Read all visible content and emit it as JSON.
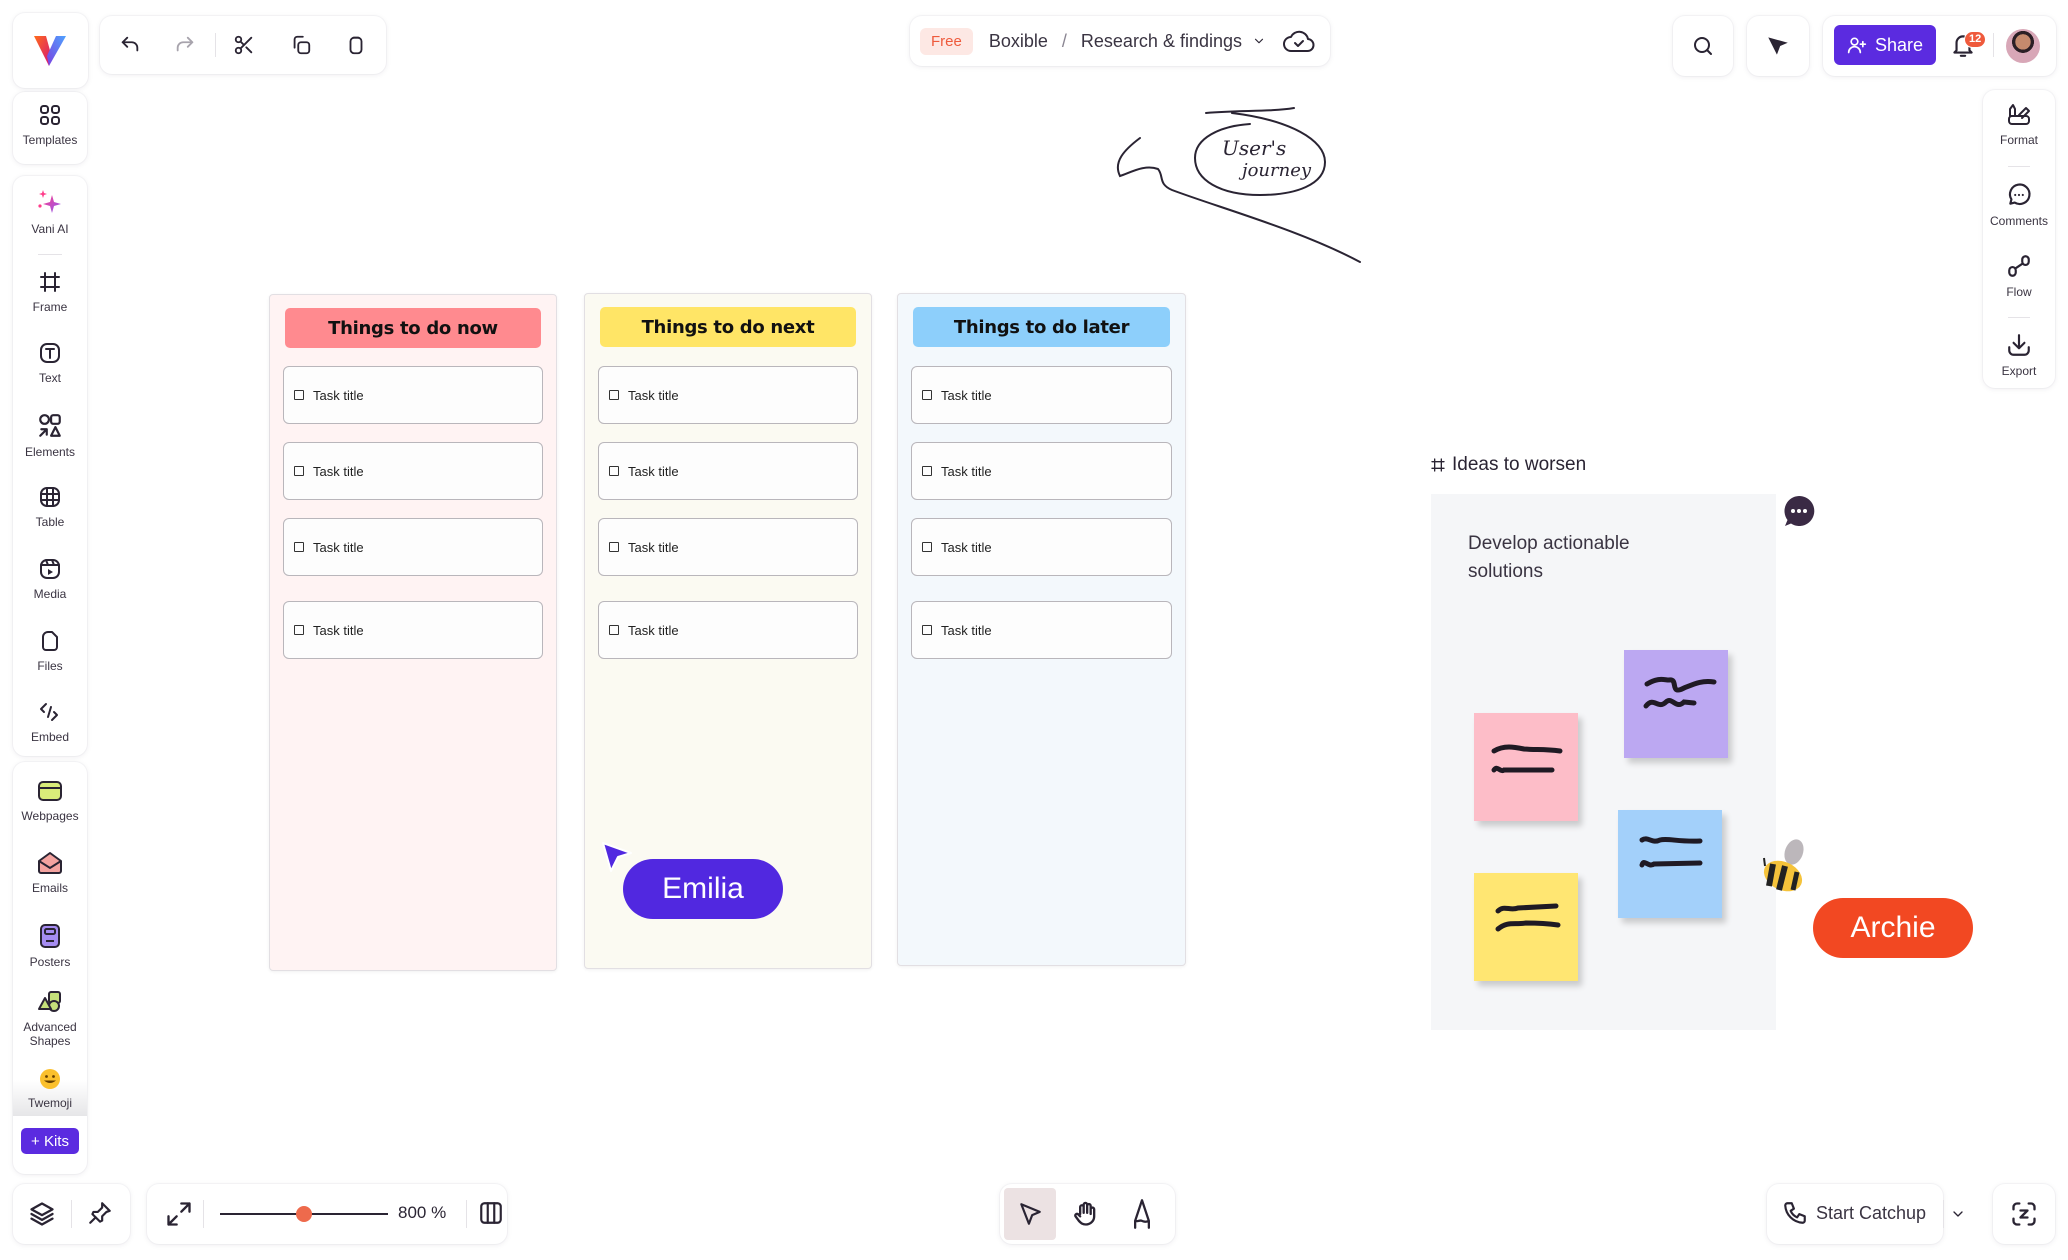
{
  "app": {
    "logo": "vani-logo",
    "brand_colors": {
      "accent": "#5b2be0",
      "danger": "#ef5a3c"
    }
  },
  "toolbar": {
    "undo": "undo-icon",
    "redo": "redo-icon",
    "cut": "scissors-icon",
    "copy": "copy-icon",
    "paste": "clipboard-icon"
  },
  "breadcrumb": {
    "plan_badge": "Free",
    "workspace": "Boxible",
    "separator": "/",
    "board": "Research & findings",
    "sync_status_icon": "cloud-check-icon"
  },
  "header_right": {
    "search_icon": "search-icon",
    "pointer_icon": "cursor-icon",
    "share_label": "Share",
    "notifications_count": "12",
    "avatar": "user-avatar"
  },
  "left_sidebar": {
    "items": [
      {
        "label": "Templates",
        "icon": "templates-grid-icon"
      },
      {
        "label": "Vani AI",
        "icon": "sparkles-icon"
      },
      {
        "label": "Frame",
        "icon": "frame-hash-icon"
      },
      {
        "label": "Text",
        "icon": "text-icon"
      },
      {
        "label": "Elements",
        "icon": "shapes-icon"
      },
      {
        "label": "Table",
        "icon": "table-icon"
      },
      {
        "label": "Media",
        "icon": "media-icon"
      },
      {
        "label": "Files",
        "icon": "file-icon"
      },
      {
        "label": "Embed",
        "icon": "code-icon"
      },
      {
        "label": "Webpages",
        "icon": "webpage-icon"
      },
      {
        "label": "Emails",
        "icon": "email-icon"
      },
      {
        "label": "Posters",
        "icon": "poster-icon"
      },
      {
        "label": "Advanced Shapes",
        "icon": "advanced-shapes-icon"
      },
      {
        "label": "Twemoji",
        "icon": "emoji-icon"
      }
    ],
    "kits_label": "+ Kits"
  },
  "right_sidebar": {
    "items": [
      {
        "label": "Format",
        "icon": "format-icon"
      },
      {
        "label": "Comments",
        "icon": "comment-icon"
      },
      {
        "label": "Flow",
        "icon": "flow-icon"
      },
      {
        "label": "Export",
        "icon": "export-icon"
      }
    ]
  },
  "canvas": {
    "annotation": {
      "text_line1": "User's",
      "text_line2": "journey"
    },
    "columns": [
      {
        "title": "Things to do now",
        "header_color": "#ff8a8f",
        "bg_color": "#fff3f3",
        "tasks": [
          "Task title",
          "Task title",
          "Task title",
          "Task title"
        ]
      },
      {
        "title": "Things to do next",
        "header_color": "#ffe566",
        "bg_color": "#fbfaf2",
        "tasks": [
          "Task title",
          "Task title",
          "Task title",
          "Task title"
        ]
      },
      {
        "title": "Things to do later",
        "header_color": "#8dcffb",
        "bg_color": "#f3f8fc",
        "tasks": [
          "Task title",
          "Task title",
          "Task title",
          "Task title"
        ]
      }
    ],
    "collaborators": [
      {
        "name": "Emilia",
        "color": "#5128e0"
      },
      {
        "name": "Archie",
        "color": "#f24822"
      }
    ],
    "ideas_frame": {
      "title": "Ideas to worsen",
      "text": "Develop actionable solutions",
      "stickies": [
        {
          "color": "#fdbdc8"
        },
        {
          "color": "#bca8f2"
        },
        {
          "color": "#a3d0fa"
        },
        {
          "color": "#ffe672"
        }
      ]
    }
  },
  "bottom_bar": {
    "layers_icon": "layers-icon",
    "pin_icon": "pin-icon",
    "fit_icon": "expand-icon",
    "zoom_level": "800 %",
    "map_icon": "map-icon",
    "tools": [
      "select-tool",
      "hand-tool",
      "pen-tool"
    ],
    "catchup_label": "Start Catchup",
    "focus_icon": "focus-z-icon"
  }
}
